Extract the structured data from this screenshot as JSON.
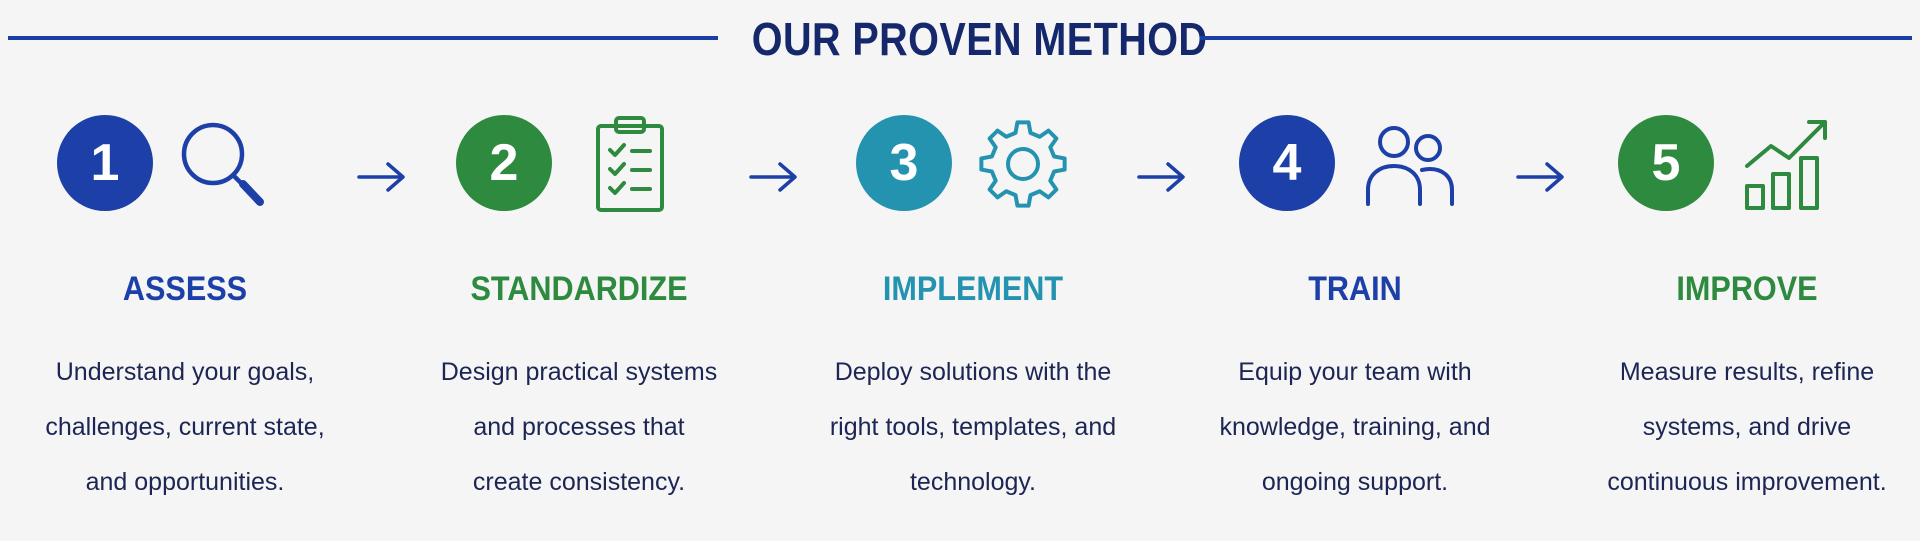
{
  "title": "OUR PROVEN METHOD",
  "colors": {
    "navy": "#15286b",
    "blue": "#1c40a8",
    "green": "#2e8a3f",
    "teal": "#2393b0",
    "text": "#1c2553"
  },
  "steps": [
    {
      "number": "1",
      "icon": "magnifier-icon",
      "title": "ASSESS",
      "color": "#1c40a8",
      "lines": [
        "Understand your goals,",
        "challenges, current state,",
        "and opportunities."
      ]
    },
    {
      "number": "2",
      "icon": "clipboard-checklist-icon",
      "title": "STANDARDIZE",
      "color": "#2e8a3f",
      "lines": [
        "Design practical systems",
        "and processes that",
        "create consistency."
      ]
    },
    {
      "number": "3",
      "icon": "gear-icon",
      "title": "IMPLEMENT",
      "color": "#2393b0",
      "lines": [
        "Deploy solutions with the",
        "right tools, templates, and",
        "technology."
      ]
    },
    {
      "number": "4",
      "icon": "people-icon",
      "title": "TRAIN",
      "color": "#1c40a8",
      "lines": [
        "Equip your team with",
        "knowledge, training, and",
        "ongoing support."
      ]
    },
    {
      "number": "5",
      "icon": "growth-chart-icon",
      "title": "IMPROVE",
      "color": "#2e8a3f",
      "lines": [
        "Measure results, refine",
        "systems, and drive",
        "continuous improvement."
      ]
    }
  ]
}
